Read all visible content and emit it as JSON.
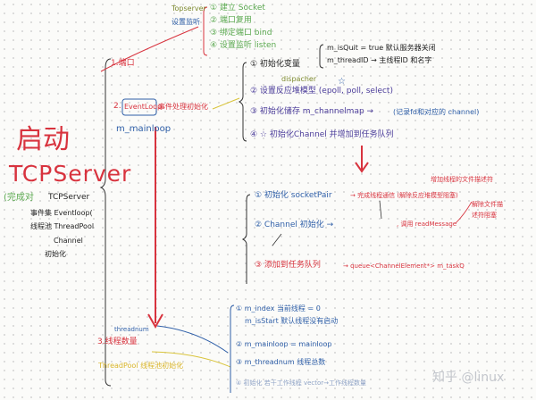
{
  "left": {
    "title_cn": "启动",
    "title_en": "TCPServer",
    "note_open": "(完成对",
    "note_lines": [
      "TCPServer",
      "事件集 Eventloop(",
      "线程池 ThreadPool",
      "Channel",
      "初始化"
    ]
  },
  "topserver": {
    "label": "Topserver",
    "sublabel": "设置监听",
    "steps": [
      "① 建立 Socket",
      "② 端口复用",
      "③ 绑定端口 bind",
      "④ 设置监听 listen"
    ]
  },
  "step1": {
    "label": "1.端口"
  },
  "step2": {
    "prefix": "2.",
    "box": "EventLoop",
    "label": "事件处理初始化",
    "var": "m_mainloop",
    "items": {
      "i1": "① 初始化变量",
      "i1a": "m_isQuit = true 默认服务器关闭",
      "i1b": "m_threadID → 主线程ID 和名字",
      "dispacher": "dispacher",
      "star": "☆",
      "i2": "② 设置反应堆模型 (epoll, poll, select)",
      "i3": "③ 初始化储存 m_channelmap →",
      "i3note": "(记录fd和对应的 channel)",
      "i4": "④ ☆ 初始化Channel 并增加到任务队列"
    }
  },
  "channel_init": {
    "c1": "① 初始化 socketPair",
    "c1note": "→ 完成线程通信 (解除反应堆模型阻塞)",
    "c1top": "增加线程的文件描述符",
    "c2": "② Channel 初始化 →",
    "c2note": ", 调用 readMessage",
    "c2side1": "解除文件描",
    "c2side2": "述符阻塞",
    "c3": "③ 添加到任务队列",
    "c3note": "→ queue<ChannelElement*> m_taskQ"
  },
  "step3": {
    "threadnum": "threadnum",
    "label": "3.线程数量",
    "pool": "ThreadPool 线程池初始化",
    "items": [
      "① m_index 当前线程 = 0",
      "m_isStart 默认线程没有启动",
      "② m_mainloop = mainloop",
      "③ m_threadnum 线程总数",
      "④ 初始化 若干工作线程 vector→工作线程数量"
    ]
  },
  "watermark": "知乎 @linux"
}
